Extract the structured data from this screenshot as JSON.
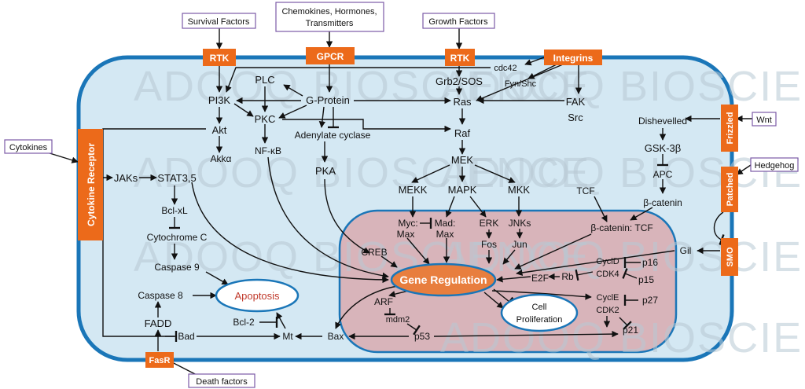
{
  "external": {
    "survival": "Survival Factors",
    "chemokines_l1": "Chemokines, Hormones,",
    "chemokines_l2": "Transmitters",
    "growth": "Growth Factors",
    "cytokines": "Cytokines",
    "wnt": "Wnt",
    "hedgehog": "Hedgehog",
    "death": "Death factors"
  },
  "receptors": {
    "rtk1": "RTK",
    "gpcr": "GPCR",
    "rtk2": "RTK",
    "integrins": "Integrins",
    "cytokine_receptor": "Cytokine Receptor",
    "frizzled": "Frizzled",
    "patched": "Patched",
    "smo": "SMO",
    "fasr": "FasR"
  },
  "nodes": {
    "pi3k": "PI3K",
    "plc": "PLC",
    "g_protein": "G-Protein",
    "pkc": "PKC",
    "akt": "Akt",
    "akka": "Akkα",
    "nfkb": "NF-κB",
    "adenylate": "Adenylate cyclase",
    "pka": "PKA",
    "cdc42": "cdc42",
    "grb2": "Grb2/SOS",
    "fyn": "Fyn/Shc",
    "ras": "Ras",
    "fak": "FAK",
    "src": "Src",
    "raf": "Raf",
    "mek": "MEK",
    "mekk": "MEKK",
    "mapk": "MAPK",
    "mkk": "MKK",
    "jaks": "JAKs",
    "stat": "STAT3,5",
    "bclxl": "Bcl-xL",
    "cytc": "Cytochrome C",
    "casp9": "Caspase 9",
    "casp8": "Caspase 8",
    "fadd": "FADD",
    "bcl2": "Bcl-2",
    "bad": "Bad",
    "mt": "Mt",
    "bax": "Bax",
    "creb": "CREB",
    "myc": "Myc:",
    "max1": "Max",
    "mad": "Mad:",
    "max2": "Max",
    "erk": "ERK",
    "fos": "Fos",
    "jnks": "JNKs",
    "jun": "Jun",
    "dishevelled": "Dishevelled",
    "gsk": "GSK-3β",
    "apc": "APC",
    "bcat": "β-catenin",
    "tcf": "TCF",
    "bcat_tcf": "β-catenin: TCF",
    "gil": "Gil",
    "cycd": "CyclD",
    "cdk4": "CDK4",
    "p16": "p16",
    "p15": "p15",
    "rb": "Rb",
    "e2f": "E2F",
    "cyce": "CyclE",
    "cdk2": "CDK2",
    "p27": "p27",
    "p21": "p21",
    "arf": "ARF",
    "mdm2": "mdm2",
    "p53": "p53"
  },
  "central": {
    "gene_regulation": "Gene Regulation",
    "apoptosis": "Apoptosis",
    "cell_l1": "Cell",
    "cell_l2": "Proliferation"
  },
  "watermark": "ADOOQ BIOSCIENCE",
  "colors": {
    "cell_fill": "#d4e8f3",
    "cell_border": "#1a76b8",
    "nucleus_fill": "#d8b4ba",
    "nucleus_border": "#1a76b8",
    "receptor": "#ec6a1a",
    "gene_regulation_fill": "#e87e3e",
    "apoptosis_text": "#c0392b",
    "box_border": "#7b5aa6"
  }
}
